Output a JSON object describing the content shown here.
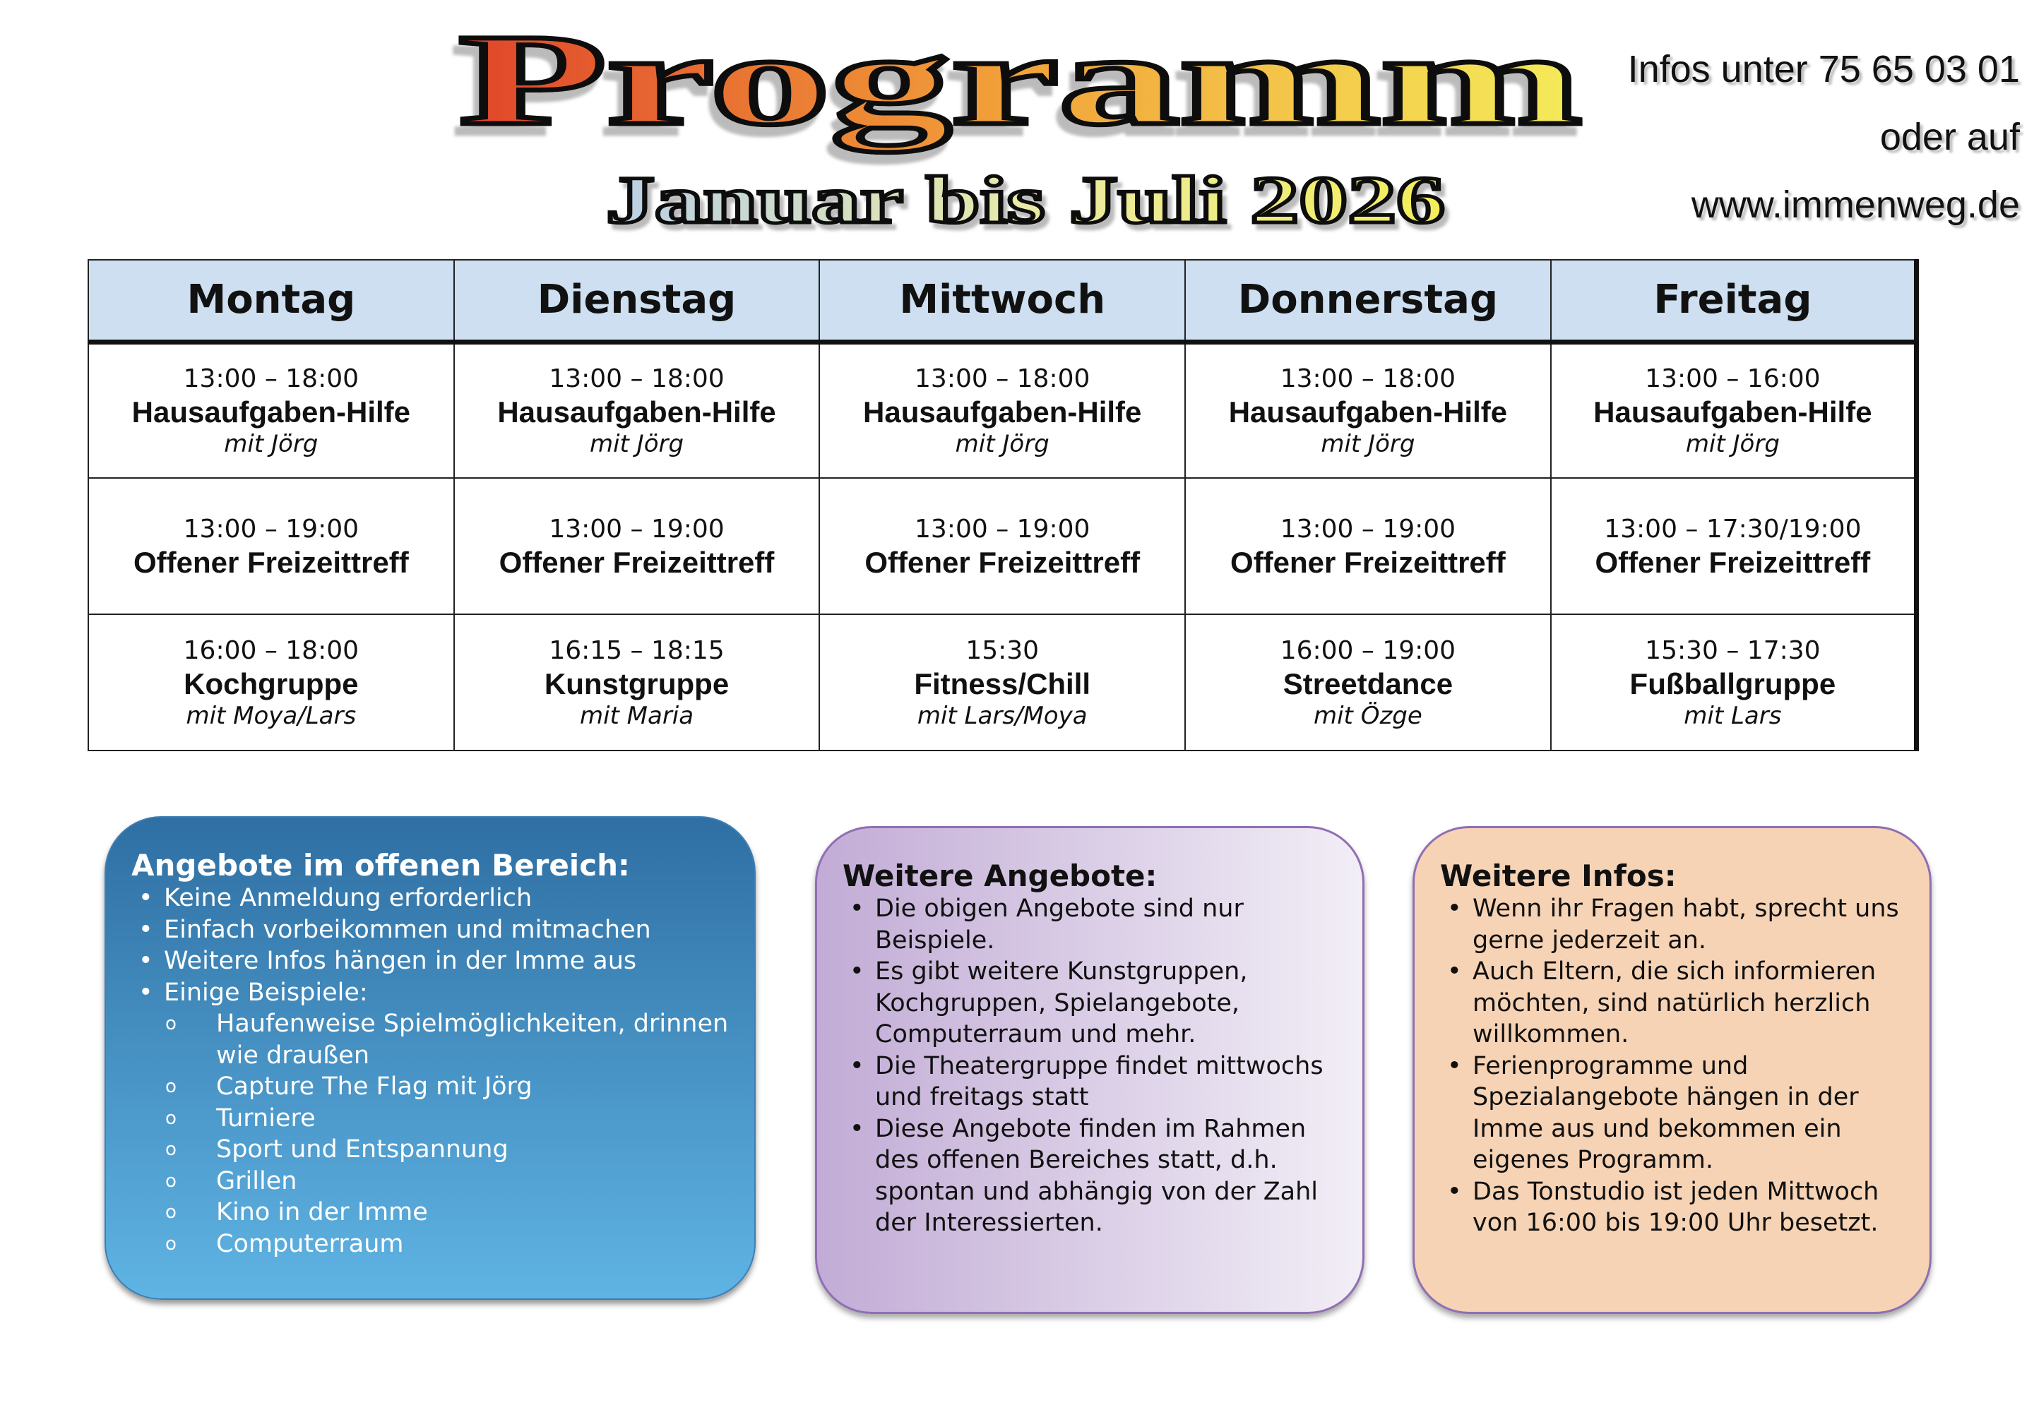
{
  "title": "Programm",
  "subtitle": "Januar bis Juli 2026",
  "contact": {
    "line1": "Infos unter 75 65 03 01",
    "line2": "oder auf",
    "line3": "www.immenweg.de"
  },
  "days": [
    "Montag",
    "Dienstag",
    "Mittwoch",
    "Donnerstag",
    "Freitag"
  ],
  "rows": [
    [
      {
        "time": "13:00 – 18:00",
        "activity": "Hausaufgaben-Hilfe",
        "with": "mit Jörg"
      },
      {
        "time": "13:00 – 18:00",
        "activity": "Hausaufgaben-Hilfe",
        "with": "mit Jörg"
      },
      {
        "time": "13:00 – 18:00",
        "activity": "Hausaufgaben-Hilfe",
        "with": "mit Jörg"
      },
      {
        "time": "13:00 – 18:00",
        "activity": "Hausaufgaben-Hilfe",
        "with": "mit Jörg"
      },
      {
        "time": "13:00 – 16:00",
        "activity": "Hausaufgaben-Hilfe",
        "with": "mit Jörg"
      }
    ],
    [
      {
        "time": "13:00 – 19:00",
        "activity": "Offener Freizeittreff"
      },
      {
        "time": "13:00 – 19:00",
        "activity": "Offener Freizeittreff"
      },
      {
        "time": "13:00 – 19:00",
        "activity": "Offener Freizeittreff"
      },
      {
        "time": "13:00 – 19:00",
        "activity": "Offener Freizeittreff"
      },
      {
        "time": "13:00 – 17:30/19:00",
        "activity": "Offener Freizeittreff"
      }
    ],
    [
      {
        "time": "16:00 – 18:00",
        "activity": "Kochgruppe",
        "with": "mit Moya/Lars"
      },
      {
        "time": "16:15 – 18:15",
        "activity": "Kunstgruppe",
        "with": "mit Maria"
      },
      {
        "time": "15:30",
        "activity": "Fitness/Chill",
        "with": "mit Lars/Moya"
      },
      {
        "time": "16:00 – 19:00",
        "activity": "Streetdance",
        "with": "mit Özge"
      },
      {
        "time": "15:30 – 17:30",
        "activity": "Fußballgruppe",
        "with": "mit Lars"
      }
    ]
  ],
  "box1": {
    "title": "Angebote im offenen Bereich:",
    "items": [
      "Keine Anmeldung erforderlich",
      "Einfach vorbeikommen und mitmachen",
      "Weitere Infos hängen in der Imme aus",
      "Einige Beispiele:"
    ],
    "sub": [
      "Haufenweise Spielmöglichkeiten, drinnen wie draußen",
      "Capture The Flag mit Jörg",
      "Turniere",
      "Sport und Entspannung",
      "Grillen",
      "Kino in der Imme",
      "Computerraum"
    ]
  },
  "box2": {
    "title": "Weitere Angebote:",
    "items": [
      "Die obigen Angebote sind nur Beispiele.",
      "Es gibt weitere Kunstgruppen, Kochgruppen, Spielangebote, Computerraum und mehr.",
      "Die Theatergruppe findet mittwochs und freitags statt",
      "Diese Angebote finden im Rahmen des offenen Bereiches statt, d.h. spontan und abhängig von der Zahl der Interessierten."
    ]
  },
  "box3": {
    "title": "Weitere Infos:",
    "items": [
      "Wenn ihr Fragen habt, sprecht uns gerne jederzeit an.",
      "Auch Eltern, die sich informieren möchten, sind natürlich herzlich willkommen.",
      "Ferienprogramme und Spezialangebote hängen in der Imme aus und bekommen ein eigenes Programm.",
      "Das Tonstudio ist jeden Mittwoch von 16:00 bis 19:00 Uhr besetzt."
    ]
  }
}
